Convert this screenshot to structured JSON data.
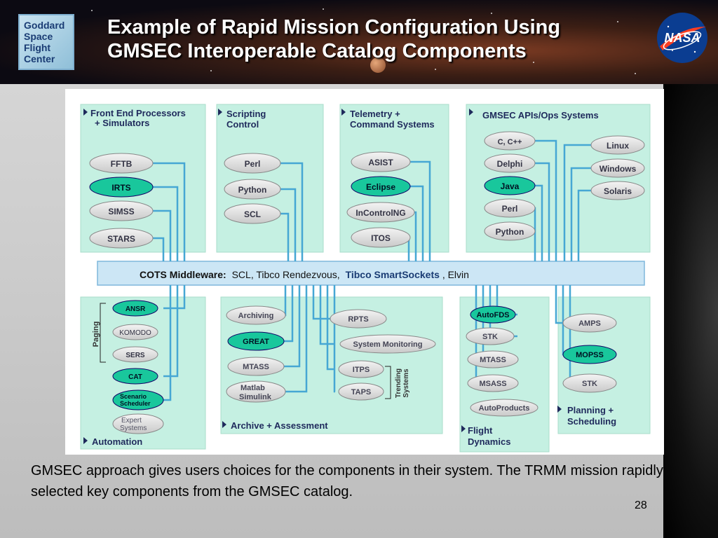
{
  "logo": {
    "lines": [
      "Goddard",
      "Space",
      "Flight",
      "Center"
    ]
  },
  "title": {
    "line1": "Example of Rapid Mission Configuration Using",
    "line2": "GMSEC Interoperable Catalog Components"
  },
  "nasa_logo": {
    "text": "NASA"
  },
  "diagram": {
    "panels": {
      "fep": "Front End Processors + Simulators",
      "scripting": "Scripting Control",
      "telemetry": "Telemetry + Command Systems",
      "apis": "GMSEC APIs/Ops Systems",
      "automation": "Automation",
      "archive": "Archive + Assessment",
      "flight": "Flight Dynamics",
      "planning": "Planning + Scheduling"
    },
    "middleware": {
      "label": "COTS Middleware:",
      "items": "SCL, Tibco Rendezvous,",
      "highlight": "Tibco SmartSockets",
      "tail": ", Elvin"
    },
    "fep_items": [
      "FFTB",
      "IRTS",
      "SIMSS",
      "STARS"
    ],
    "scripting_items": [
      "Perl",
      "Python",
      "SCL"
    ],
    "telemetry_items": [
      "ASIST",
      "Eclipse",
      "InControlNG",
      "ITOS"
    ],
    "api_lang_items": [
      "C, C++",
      "Delphi",
      "Java",
      "Perl",
      "Python"
    ],
    "api_os_items": [
      "Linux",
      "Windows",
      "Solaris"
    ],
    "automation_items": [
      "ANSR",
      "KOMODO",
      "SERS",
      "CAT",
      "Scenario Scheduler",
      "Expert Systems"
    ],
    "paging_label": "Paging",
    "archive_items": [
      "Archiving",
      "GREAT",
      "MTASS",
      "Matlab Simulink"
    ],
    "archive_right_items": [
      "RPTS",
      "System Monitoring",
      "ITPS",
      "TAPS"
    ],
    "trending_label": "Trending Systems",
    "flight_items": [
      "AutoFDS",
      "STK",
      "MTASS",
      "MSASS",
      "AutoProducts"
    ],
    "planning_items": [
      "AMPS",
      "MOPSS",
      "STK"
    ]
  },
  "caption": "GMSEC approach gives users choices for the components in their system. The TRMM mission rapidly selected key components from the GMSEC catalog.",
  "page_number": "28",
  "colors": {
    "panel": "#c5f0e2",
    "oval": "#d7d7d7",
    "selected": "#19c79c",
    "line": "#46a7d4",
    "middleware": "#cce6f5"
  }
}
